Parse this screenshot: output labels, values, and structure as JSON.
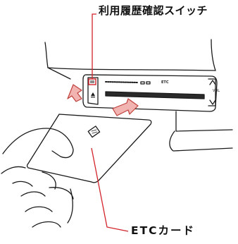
{
  "labels": {
    "switch": "利用履歴確認スイッチ",
    "card": "ETCカード"
  },
  "device_text": {
    "brand": "ETC",
    "vol": "VOL"
  },
  "colors": {
    "arrow_fill": "#f2b4b1",
    "arrow_stroke": "#c0403c",
    "leader_line": "#d2232a",
    "outline": "#1a1a1a"
  },
  "icons": {
    "eject": "eject-icon",
    "volume_up": "chevron-up-icon",
    "volume_down": "chevron-down-icon"
  }
}
